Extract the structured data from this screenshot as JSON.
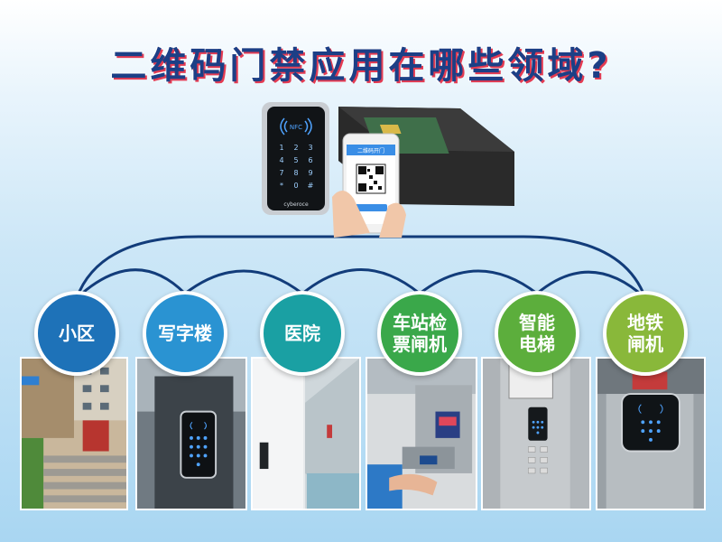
{
  "headline": "二维码门禁应用在哪些领域?",
  "device": {
    "keypad_keys": [
      "1",
      "2",
      "3",
      "4",
      "5",
      "6",
      "7",
      "8",
      "9",
      "*",
      "0",
      "#"
    ],
    "brand": "cyberoce",
    "phone_screen_title": "二维码开门",
    "nfc_label": "NFC"
  },
  "scenarios": [
    {
      "label": "小区",
      "color": "#1e72b8",
      "scene": "residential"
    },
    {
      "label": "写字楼",
      "color": "#2a93d2",
      "scene": "office"
    },
    {
      "label": "医院",
      "color": "#1aa0a3",
      "scene": "hospital"
    },
    {
      "label": "车站检\n票闸机",
      "color": "#3aa84a",
      "scene": "station"
    },
    {
      "label": "智能\n电梯",
      "color": "#5cae3c",
      "scene": "elevator"
    },
    {
      "label": "地铁\n闸机",
      "color": "#89b83a",
      "scene": "subway"
    }
  ]
}
